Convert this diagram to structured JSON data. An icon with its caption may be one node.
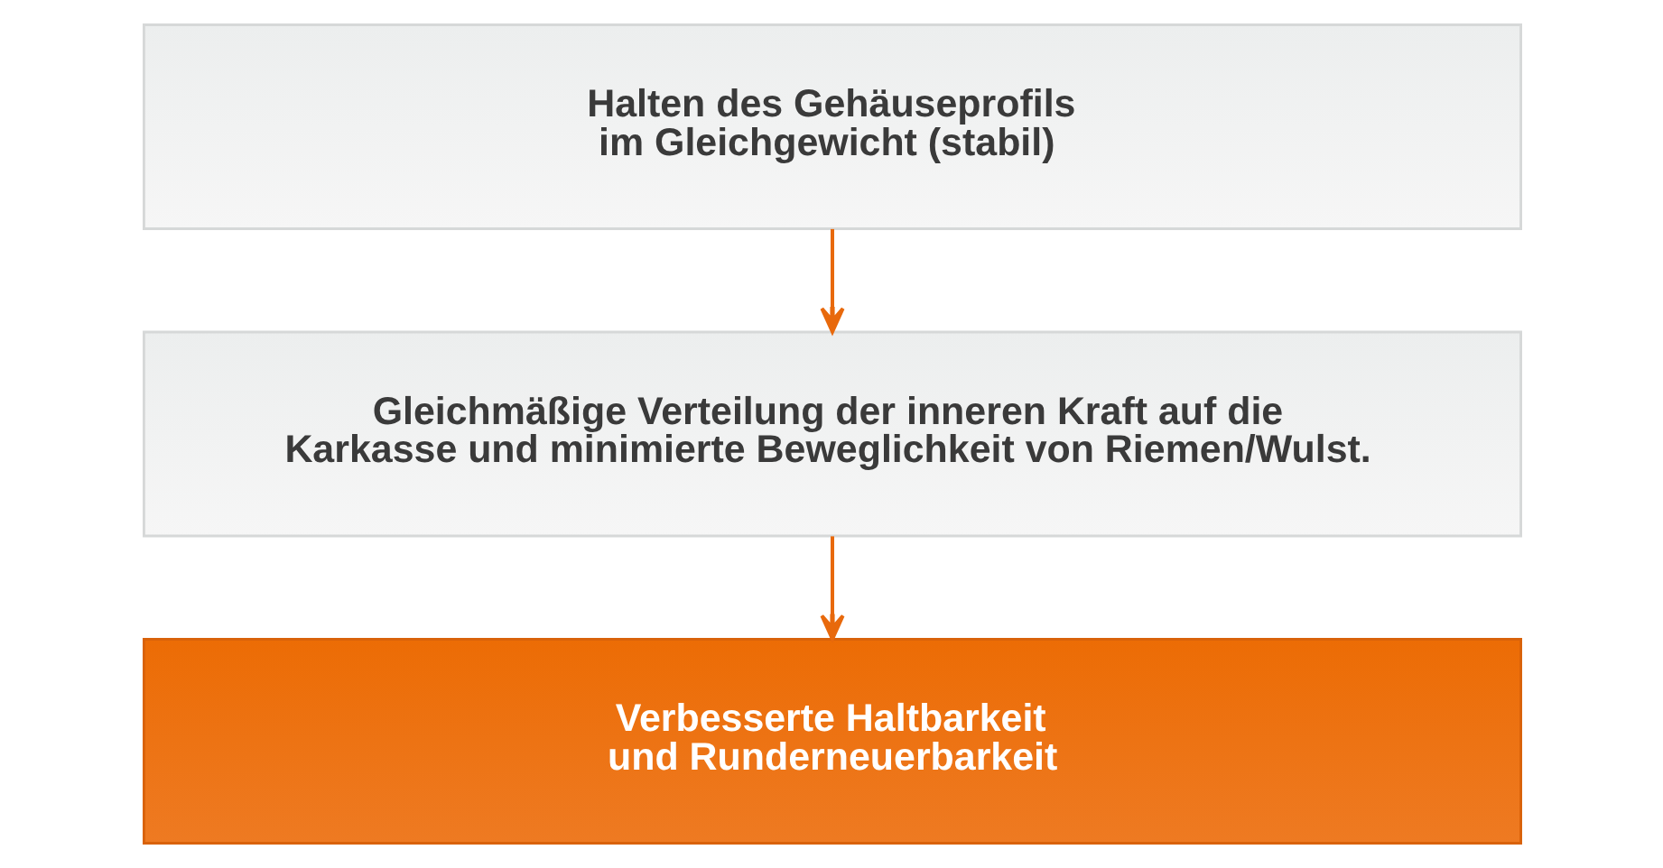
{
  "diagram": {
    "nodes": [
      {
        "text": [
          "Halten des Gehäuseprofils im Gleichgewicht (stabil)"
        ]
      },
      {
        "text": [
          "Gleichmäßige Verteilung der inneren Kraft auf die Karkasse und minimierte Beweglichkeit von Riemen/Wulst."
        ]
      },
      {
        "text": [
          "Verbesserte Haltbarkeit und Runderneuerbarkeit"
        ]
      }
    ],
    "edges": [
      {
        "from": 0,
        "to": 1,
        "arrow": "to"
      },
      {
        "from": 1,
        "to": 2,
        "arrow": "to"
      }
    ]
  }
}
